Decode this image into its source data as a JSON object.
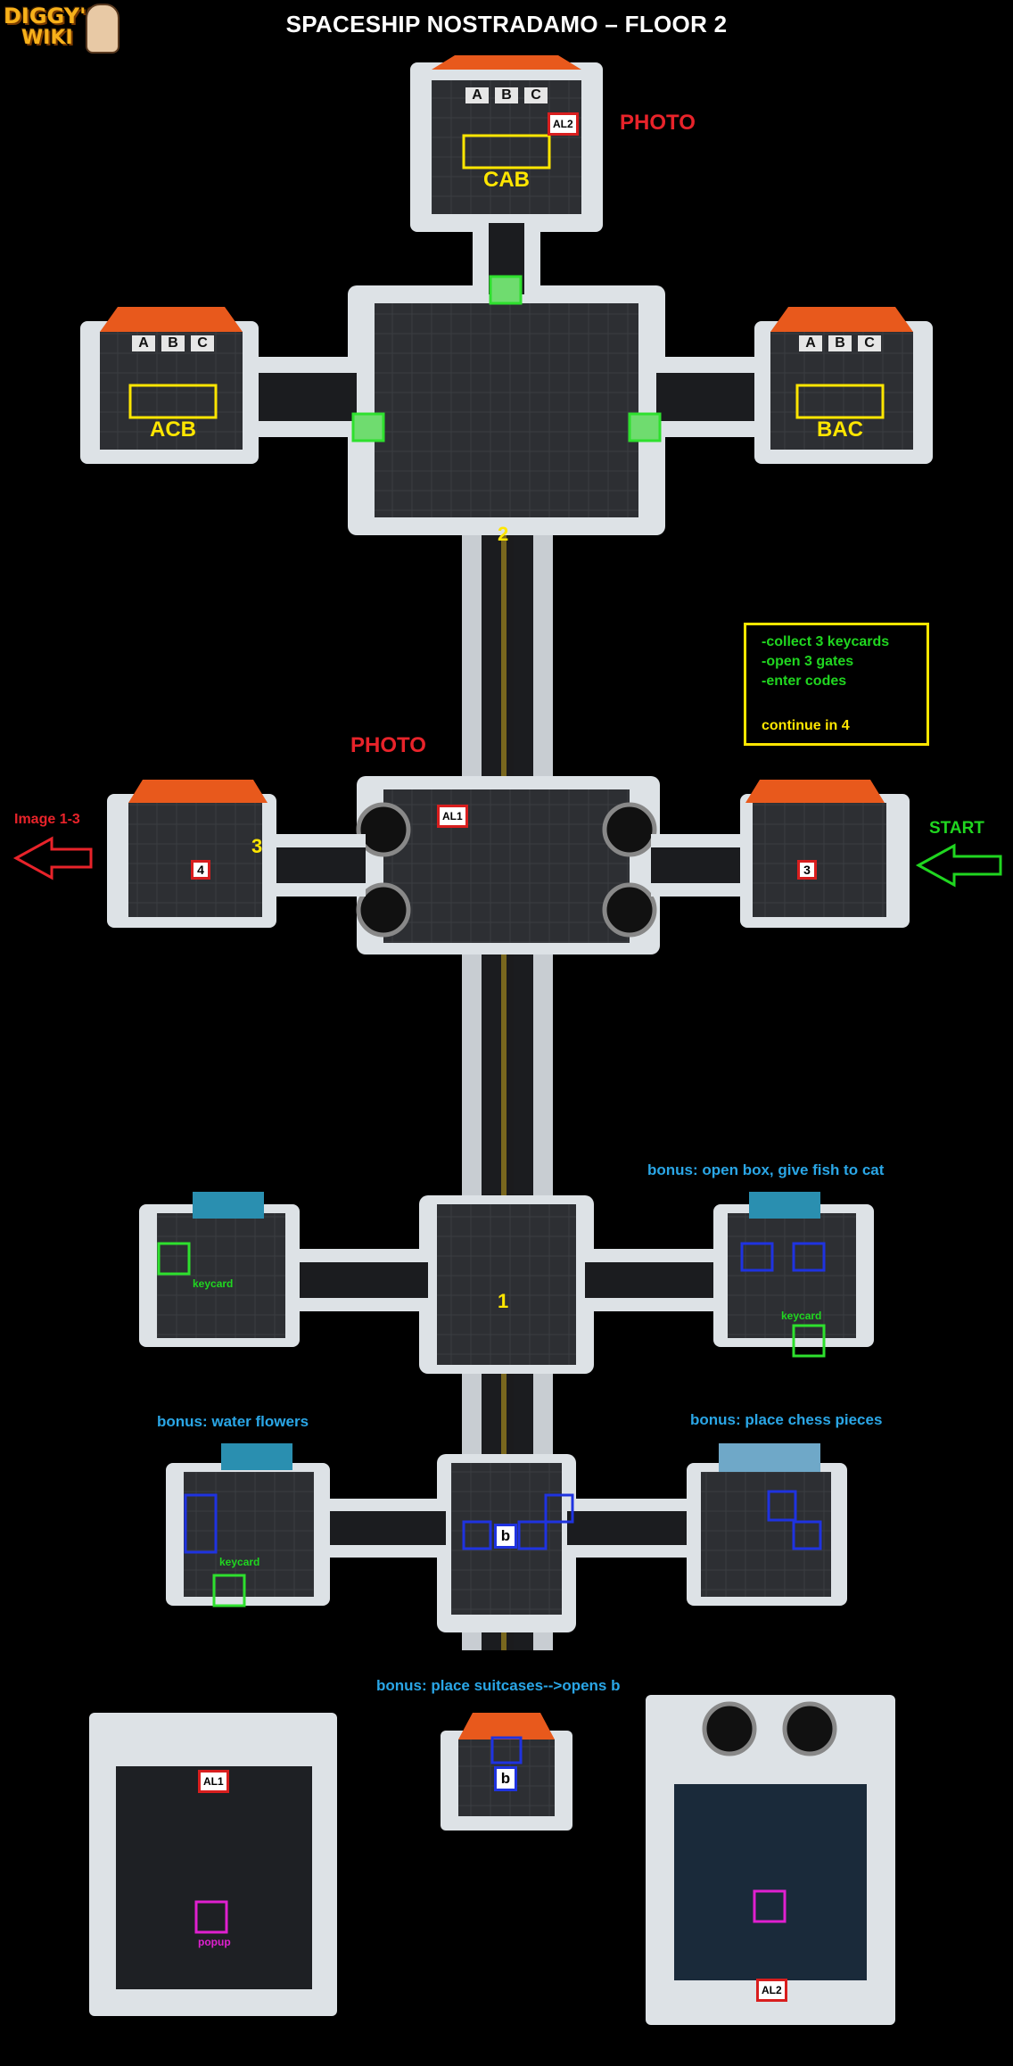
{
  "header": {
    "title": "SPACESHIP NOSTRADAMO – FLOOR 2",
    "logo_line1": "DIGGY'S",
    "logo_line2": "WIKI"
  },
  "labels": {
    "photo_top": "PHOTO",
    "photo_mid": "PHOTO",
    "image_link": "Image 1-3",
    "start": "START",
    "room_cab": "CAB",
    "room_acb": "ACB",
    "room_bac": "BAC",
    "floor_marker_2": "2",
    "floor_marker_3": "3",
    "floor_marker_1": "1",
    "code_al2_top": "AL2",
    "code_al1_mid": "AL1",
    "code_4": "4",
    "code_3": "3",
    "code_b_1": "b",
    "code_b_2": "b",
    "code_al1_bottom": "AL1",
    "code_al2_bottom": "AL2",
    "letters_A": "A",
    "letters_B": "B",
    "letters_C": "C"
  },
  "notes": {
    "line1": "-collect 3 keycards",
    "line2": "-open 3 gates",
    "line3": "-enter codes",
    "line4": "continue in 4"
  },
  "bonuses": {
    "box_cat": "bonus: open box, give fish to cat",
    "flowers": "bonus: water flowers",
    "chess": "bonus: place chess pieces",
    "suitcases": "bonus: place suitcases-->opens b"
  },
  "small_labels": {
    "keycard_1": "keycard",
    "keycard_2": "keycard",
    "keycard_3": "keycard",
    "popup": "popup"
  },
  "colors": {
    "background": "#000000",
    "photo_red": "#e8232a",
    "start_green": "#20d620",
    "bonus_blue": "#2aa6e6",
    "note_yellow": "#ffe600",
    "hull_orange": "#e8591c",
    "hull_white": "#dde2e6",
    "floor_dark": "#2d2f33",
    "highlight_green": "#2ee02e",
    "highlight_blue": "#1f33e0",
    "highlight_magenta": "#e020d0"
  }
}
